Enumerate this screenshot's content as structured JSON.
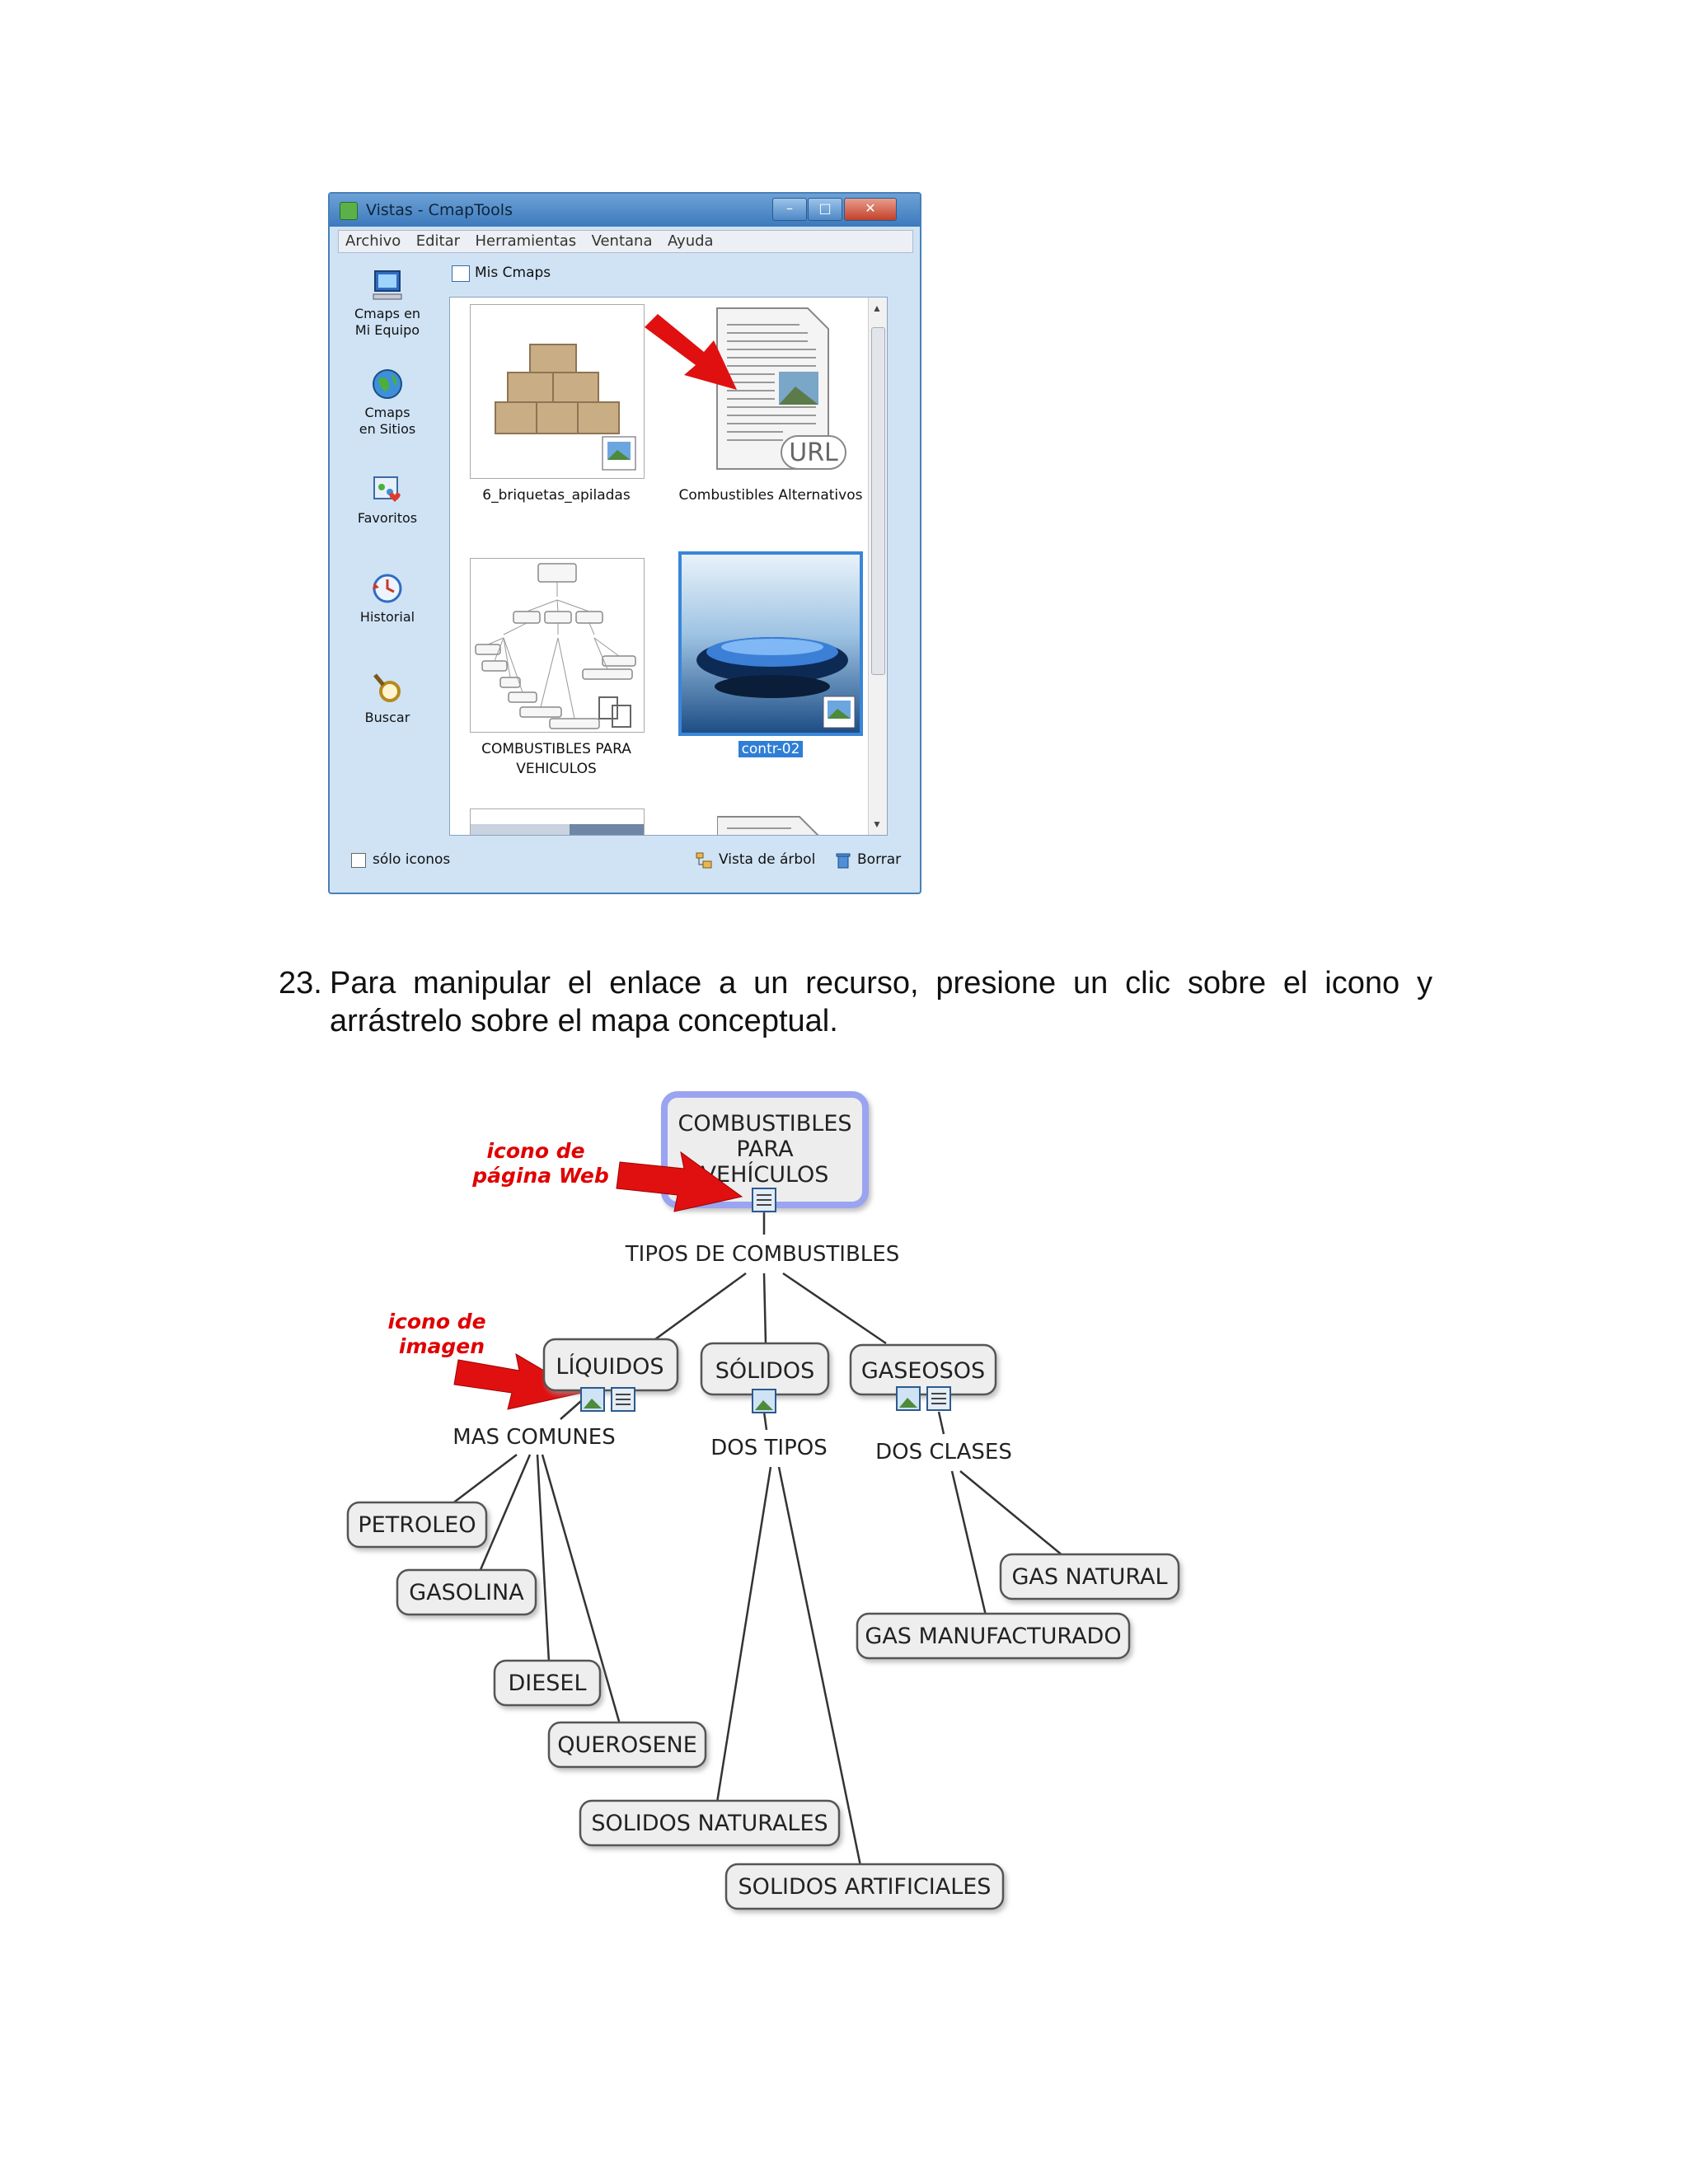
{
  "window": {
    "title": "Vistas - CmapTools",
    "controls": [
      "–",
      "□",
      "✕"
    ],
    "menu": [
      "Archivo",
      "Editar",
      "Herramientas",
      "Ventana",
      "Ayuda"
    ],
    "sidebar": [
      {
        "label1": "Cmaps en",
        "label2": "Mi Equipo",
        "icon": "computer-icon"
      },
      {
        "label1": "Cmaps",
        "label2": "en Sitios",
        "icon": "globe-icon"
      },
      {
        "label1": "Favoritos",
        "label2": "",
        "icon": "favorites-icon"
      },
      {
        "label1": "Historial",
        "label2": "",
        "icon": "history-icon"
      },
      {
        "label1": "Buscar",
        "label2": "",
        "icon": "magnifier-icon"
      }
    ],
    "header": "Mis Cmaps",
    "tiles": [
      {
        "label": "6_briquetas_apiladas"
      },
      {
        "label": "Combustibles Alternativos",
        "badge": "URL"
      },
      {
        "label1": "COMBUSTIBLES PARA",
        "label2": "VEHICULOS"
      },
      {
        "label": "contr-02"
      }
    ],
    "status": {
      "only_icons": "sólo iconos",
      "tree_view": "Vista de árbol",
      "delete": "Borrar"
    }
  },
  "paragraph": {
    "number": "23.",
    "text": "Para manipular el enlace a un recurso, presione un clic sobre el icono y arrástrelo sobre el mapa conceptual."
  },
  "map": {
    "root": [
      "COMBUSTIBLES",
      "PARA",
      "VEHÍCULOS"
    ],
    "root_link": "TIPOS DE COMBUSTIBLES",
    "annotation_web": [
      "icono de",
      "página Web"
    ],
    "annotation_image": [
      "icono de",
      "imagen"
    ],
    "liquidos": "LÍQUIDOS",
    "solidos": "SÓLIDOS",
    "gaseosos": "GASEOSOS",
    "link_liquidos": "MAS COMUNES",
    "link_solidos": "DOS TIPOS",
    "link_gaseosos": "DOS CLASES",
    "petroleo": "PETROLEO",
    "gasolina": "GASOLINA",
    "diesel": "DIESEL",
    "querosene": "QUEROSENE",
    "solidos_naturales": "SOLIDOS NATURALES",
    "solidos_artificiales": "SOLIDOS ARTIFICIALES",
    "gas_natural": "GAS NATURAL",
    "gas_manufacturado": "GAS MANUFACTURADO"
  }
}
